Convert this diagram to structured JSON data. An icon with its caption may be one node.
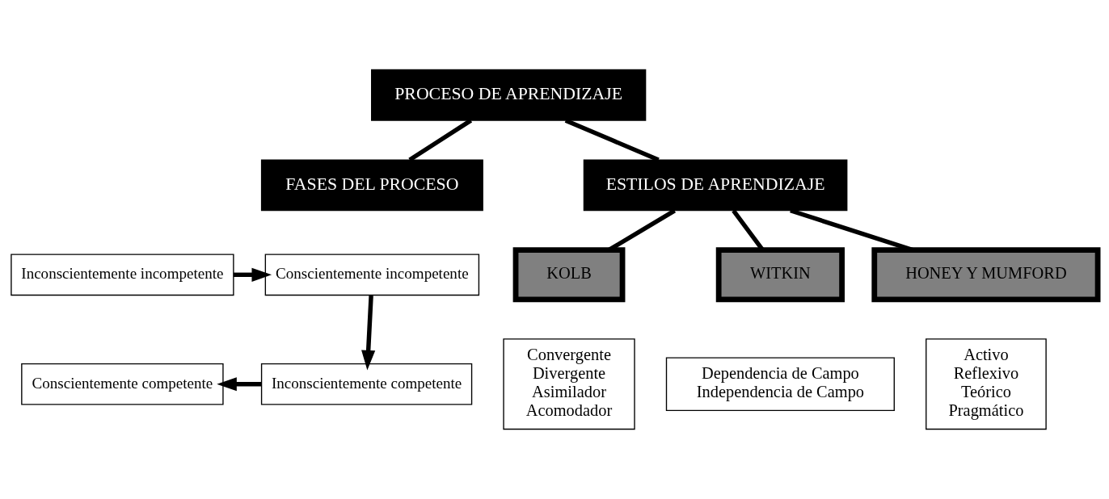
{
  "diagram": {
    "nodes": [
      {
        "text": [
          "PROCESO DE APRENDIZAJE"
        ]
      },
      {
        "text": [
          "FASES DEL PROCESO"
        ]
      },
      {
        "text": [
          "ESTILOS DE APRENDIZAJE"
        ]
      },
      {
        "text": [
          "Inconscientemente incompetente"
        ]
      },
      {
        "text": [
          "Conscientemente incompetente"
        ]
      },
      {
        "text": [
          "Conscientemente competente"
        ]
      },
      {
        "text": [
          "Inconscientemente competente"
        ]
      },
      {
        "text": [
          "KOLB"
        ]
      },
      {
        "text": [
          "Convergente",
          "Divergente",
          "Asimilador",
          "Acomodador"
        ]
      },
      {
        "text": [
          "WITKIN"
        ]
      },
      {
        "text": [
          "Dependencia de Campo",
          "Independencia de Campo"
        ]
      },
      {
        "text": [
          "HONEY Y MUMFORD"
        ]
      },
      {
        "text": [
          "Activo",
          "Reflexivo",
          "Teórico",
          "Pragmático"
        ]
      }
    ],
    "edges": [
      {
        "from": 0,
        "to": 1,
        "arrow": "none"
      },
      {
        "from": 0,
        "to": 2,
        "arrow": "none"
      },
      {
        "from": 2,
        "to": 7,
        "arrow": "none"
      },
      {
        "from": 2,
        "to": 9,
        "arrow": "none"
      },
      {
        "from": 2,
        "to": 11,
        "arrow": "none"
      },
      {
        "from": 3,
        "to": 4,
        "arrow": "to"
      },
      {
        "from": 4,
        "to": 6,
        "arrow": "to"
      },
      {
        "from": 6,
        "to": 5,
        "arrow": "to"
      }
    ]
  }
}
